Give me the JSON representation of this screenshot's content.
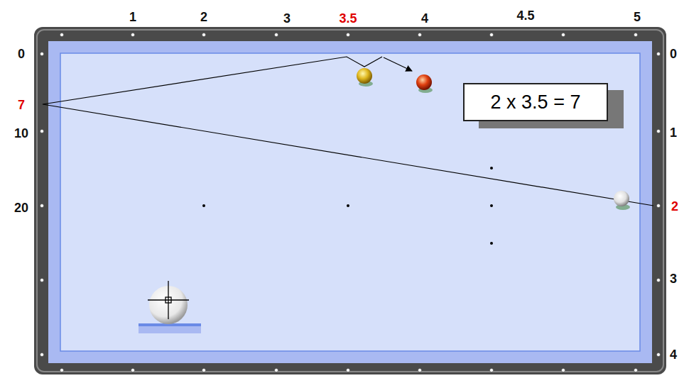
{
  "diagram": {
    "nodes": [
      {
        "text": [
          "2 x 3.5 = 7"
        ]
      }
    ],
    "labels": [
      "1",
      "2",
      "3",
      "3.5",
      "4",
      "4.5",
      "5",
      "0",
      "7",
      "10",
      "20",
      "0",
      "1",
      "2",
      "3",
      "4"
    ]
  }
}
